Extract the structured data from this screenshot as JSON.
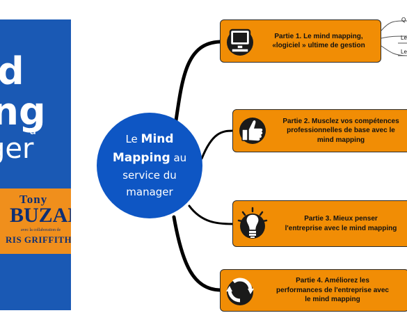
{
  "book": {
    "title_line1": "d",
    "title_line2": "ing",
    "title_line3": "u",
    "title_line4": "ger",
    "author_line1": "Tony",
    "author_line2": "BUZAN",
    "collab": "avec la collaboration de",
    "author_line3": "RIS GRIFFITHS"
  },
  "center": {
    "prefix": "Le",
    "bold1": "Mind",
    "bold2": "Mapping",
    "suffix1": "au",
    "line3": "service du",
    "line4": "manager"
  },
  "parts": [
    {
      "line1": "Partie 1.  Le mind mapping,",
      "line2": "«logiciel » ultime de gestion",
      "line3": "",
      "icon": "computer-icon"
    },
    {
      "line1": "Partie 2.  Musclez vos compétences",
      "line2": "professionnelles de base avec le",
      "line3": "mind mapping",
      "icon": "thumbs-up-icon"
    },
    {
      "line1": "Partie 3.  Mieux penser",
      "line2": "l'entreprise avec le mind mapping",
      "line3": "",
      "icon": "lightbulb-icon"
    },
    {
      "line1": "Partie 4.  Améliorez les",
      "line2": "performances de l'entreprise avec",
      "line3": "le mind mapping",
      "icon": "cycle-arrows-icon"
    }
  ],
  "leaves": [
    "Q",
    "Le",
    "Le"
  ],
  "colors": {
    "book_blue": "#1a59b4",
    "center_blue": "#0e56c4",
    "node_orange": "#f18d05",
    "book_band": "#f08f1c"
  }
}
